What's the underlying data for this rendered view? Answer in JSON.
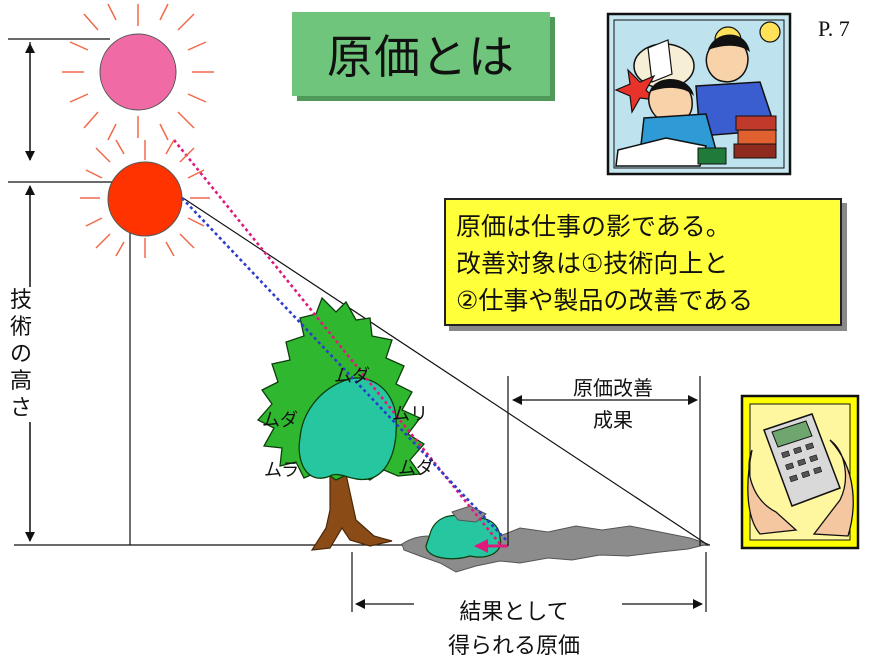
{
  "title": "原価とは",
  "page_number": "P. 7",
  "note": {
    "line1": "原価は仕事の影である。",
    "line2": "改善対象は①技術向上と",
    "line3": "②仕事や製品の改善である"
  },
  "vertical_label": [
    "技",
    "術",
    "の",
    "高",
    "さ"
  ],
  "tree_labels": {
    "muda_top": "ムダ",
    "muda_left": "ムダ",
    "muri": "ムリ",
    "mura": "ムラ",
    "muda_bottom": "ムダ"
  },
  "cost_improvement_label": {
    "line1": "原価改善",
    "line2": "成果"
  },
  "result_label": {
    "line1": "結果として",
    "line2": "得られる原価"
  },
  "colors": {
    "title_bg": "#6fc57b",
    "note_bg": "#ffff3a",
    "sun_high": "#f06aa6",
    "sun_low": "#ff3300",
    "tree_green": "#2fb82f",
    "tree_highlight": "#26c7a0",
    "trunk": "#8a4b16",
    "shadow": "#8c8c8c",
    "pink_line": "#e0197c",
    "blue_line": "#2b3ccf"
  }
}
